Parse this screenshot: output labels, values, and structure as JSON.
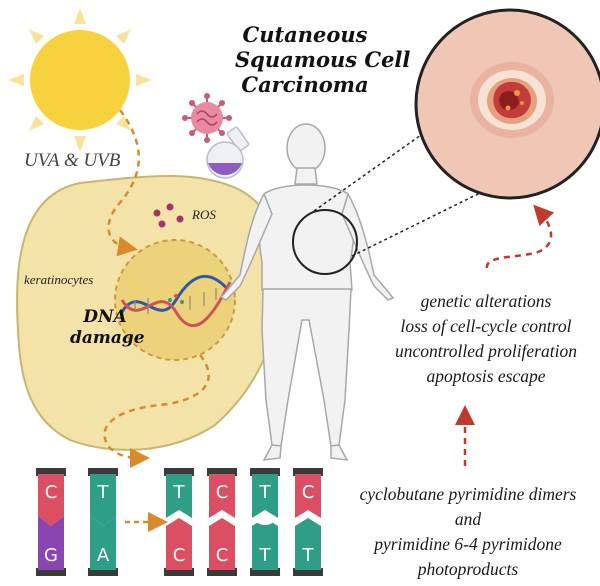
{
  "title": {
    "line1": "Cutaneous",
    "line2": "Squamous Cell",
    "line3": "Carcinoma"
  },
  "uv_label": "UVA & UVB",
  "ros_label": "ROS",
  "keratinocytes_label": "keratinocytes",
  "dna_damage": {
    "line1": "DNA",
    "line2": "damage"
  },
  "consequences": [
    "genetic alterations",
    "loss of cell-cycle control",
    "uncontrolled proliferation",
    "apoptosis escape"
  ],
  "photoproducts": [
    "cyclobutane pyrimidine dimers",
    "and",
    "pyrimidine 6-4 pyrimidone",
    "photoproducts"
  ],
  "nucleotides_before": [
    {
      "top": "C",
      "bottom": "G"
    },
    {
      "top": "T",
      "bottom": "A"
    }
  ],
  "nucleotides_after": [
    {
      "top": "T",
      "bottom": "C"
    },
    {
      "top": "C",
      "bottom": "C"
    },
    {
      "top": "T",
      "bottom": "T"
    },
    {
      "top": "C",
      "bottom": "T"
    }
  ],
  "colors": {
    "sun": "#f7d23e",
    "cell": "#f3e3a8",
    "nucleus": "#ecd27a",
    "arrow_orange": "#d98a2a",
    "arrow_red": "#c0392b",
    "cytosine": "#dc4f63",
    "thymine": "#2f9e86",
    "guanine": "#8a45b0",
    "adenine": "#2f9e86",
    "skin": "#f0c7b5"
  }
}
